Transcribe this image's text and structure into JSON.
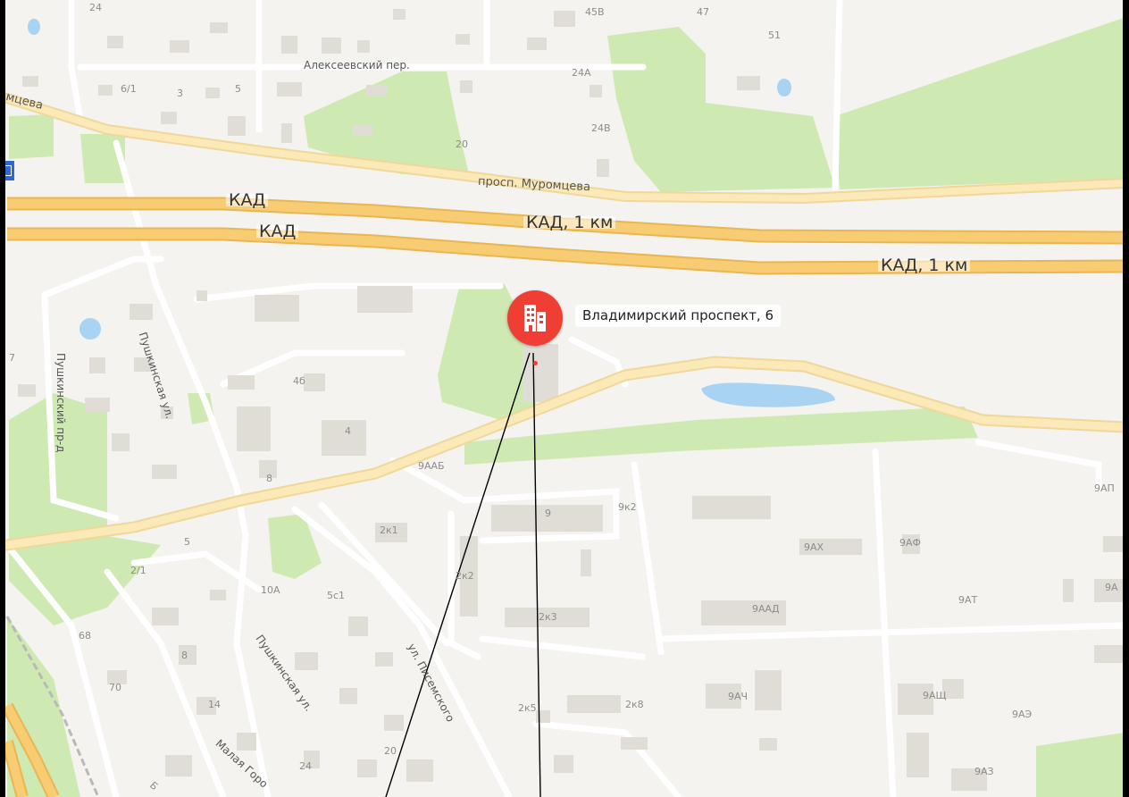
{
  "place": {
    "title": "Владимирский проспект, 6",
    "icon": "building-icon",
    "color": "#ef3f34"
  },
  "roads": {
    "kad_1": "КАД",
    "kad_2": "КАД",
    "kad_km_1": "КАД, 1 км",
    "kad_km_2": "КАД, 1 км"
  },
  "streets": {
    "alekseevsky": "Алексеевский пер.",
    "muromtseva": "просп. Муромцева",
    "muromtseva_left": "мцева",
    "pushkinskaya_1": "Пушкинская ул.",
    "pushkinskaya_2": "Пушкинская ул.",
    "pushkinsky_pr": "Пушкинский пр-д",
    "pisemskogo": "ул. Писемского",
    "malaya": "Малая Горо"
  },
  "house_numbers": [
    "24",
    "45В",
    "47",
    "51",
    "6/1",
    "3",
    "5",
    "24А",
    "24В",
    "20",
    "7",
    "4б",
    "4",
    "8",
    "9ААБ",
    "9",
    "9к2",
    "2к1",
    "2к2",
    "2к3",
    "9АП",
    "9АХ",
    "9АФ",
    "9ААД",
    "9АТ",
    "9А",
    "5",
    "2/1",
    "10А",
    "5с1",
    "68",
    "8",
    "70",
    "14",
    "24",
    "20",
    "2к5",
    "2к8",
    "9АЧ",
    "9АЩ",
    "9АЭ",
    "9АЗ",
    "Б"
  ],
  "colors": {
    "background": "#f4f3ef",
    "park": "#cfe9b2",
    "water": "#a9d3f2",
    "highway": "#f7cc73",
    "highway_edge": "#eab553",
    "road": "#ffffff",
    "building": "#e0ddd7",
    "pin": "#ef3f34"
  }
}
